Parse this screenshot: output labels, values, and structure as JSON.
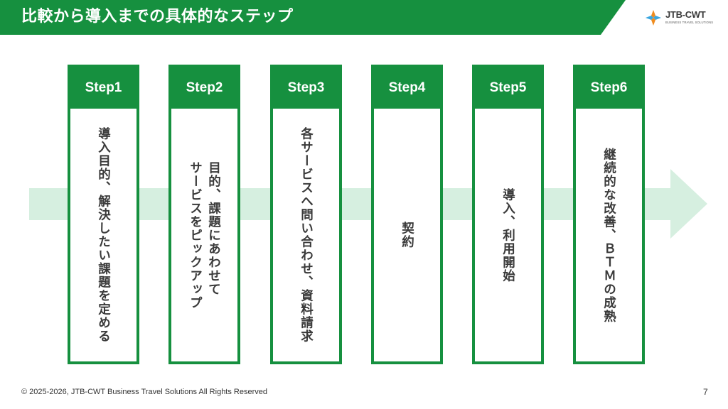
{
  "header": {
    "title": "比較から導入までの具体的なステップ",
    "logo_text": "JTB-CWT",
    "logo_subtext": "BUSINESS TRAVEL SOLUTIONS"
  },
  "steps": [
    {
      "label": "Step1",
      "text": "導入目的、解決したい課題を定める"
    },
    {
      "label": "Step2",
      "text": "目的、課題にあわせて\nサービスをピックアップ"
    },
    {
      "label": "Step3",
      "text": "各サービスへ問い合わせ、資料請求"
    },
    {
      "label": "Step4",
      "text": "契約"
    },
    {
      "label": "Step5",
      "text": "導入、利用開始"
    },
    {
      "label": "Step6",
      "text": "継続的な改善、ＢＴＭの成熟"
    }
  ],
  "footer": {
    "copyright": "© 2025-2026, JTB-CWT Business Travel Solutions All Rights Reserved",
    "page_number": "7"
  },
  "colors": {
    "brand_green": "#16903f",
    "arrow_band": "#d6efe0",
    "text_dark": "#3a3a3a"
  }
}
